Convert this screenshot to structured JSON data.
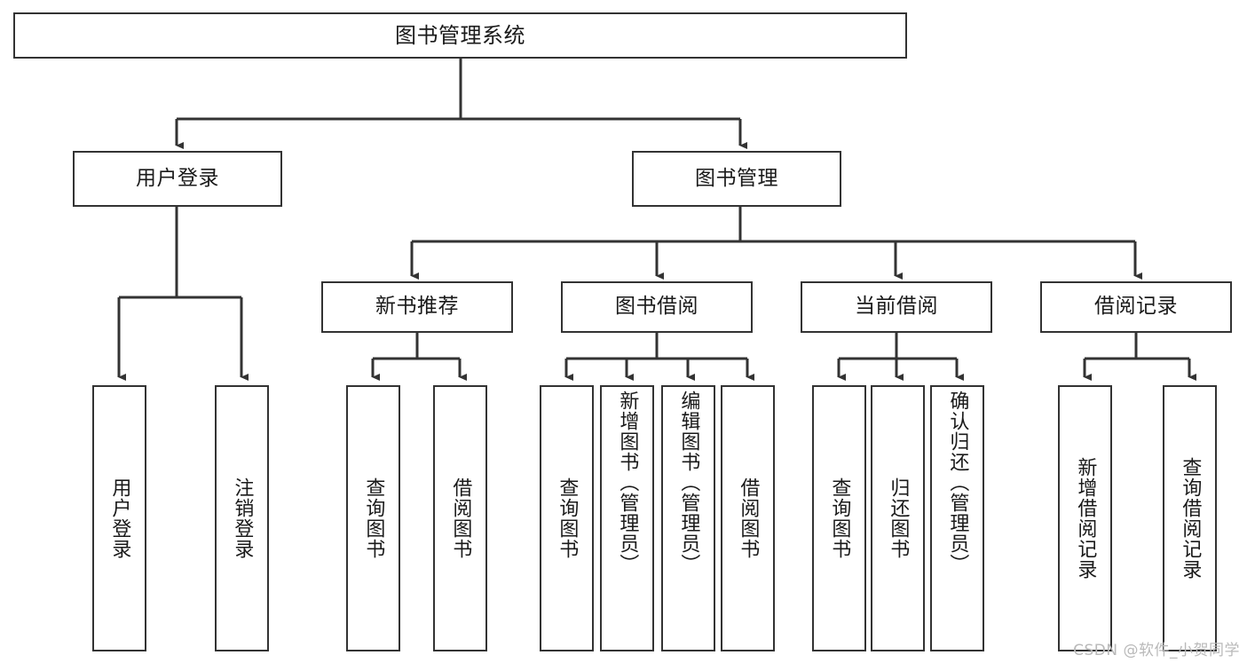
{
  "diagram": {
    "title": "图书管理系统",
    "type": "tree-hierarchy",
    "watermark": "CSDN @软件_小贺同学",
    "colors": {
      "box_border": "#333333",
      "box_fill": "#ffffff",
      "edge": "#333333",
      "text": "#1a1a1a",
      "watermark": "#b9b9b9",
      "background": "#ffffff"
    },
    "nodes": {
      "root": {
        "label": "图书管理系统"
      },
      "level2": [
        {
          "id": "user-login",
          "label": "用户登录"
        },
        {
          "id": "book-manage",
          "label": "图书管理"
        }
      ],
      "level3": [
        {
          "id": "new-book-rec",
          "label": "新书推荐"
        },
        {
          "id": "book-borrow",
          "label": "图书借阅"
        },
        {
          "id": "current-borrow",
          "label": "当前借阅"
        },
        {
          "id": "borrow-record",
          "label": "借阅记录"
        }
      ],
      "leaves": [
        {
          "id": "leaf-user-login",
          "label": "用户登录",
          "parent": "user-login"
        },
        {
          "id": "leaf-user-logout",
          "label": "注销登录",
          "parent": "user-login"
        },
        {
          "id": "leaf-query-book-1",
          "label": "查询图书",
          "parent": "new-book-rec"
        },
        {
          "id": "leaf-borrow-book-1",
          "label": "借阅图书",
          "parent": "new-book-rec"
        },
        {
          "id": "leaf-query-book-2",
          "label": "查询图书",
          "parent": "book-borrow"
        },
        {
          "id": "leaf-add-book",
          "label": "新增图书（管理员）",
          "parent": "book-borrow"
        },
        {
          "id": "leaf-edit-book",
          "label": "编辑图书（管理员）",
          "parent": "book-borrow"
        },
        {
          "id": "leaf-borrow-book-2",
          "label": "借阅图书",
          "parent": "book-borrow"
        },
        {
          "id": "leaf-query-book-3",
          "label": "查询图书",
          "parent": "current-borrow"
        },
        {
          "id": "leaf-return-book",
          "label": "归还图书",
          "parent": "current-borrow"
        },
        {
          "id": "leaf-confirm-return",
          "label": "确认归还（管理员）",
          "parent": "current-borrow"
        },
        {
          "id": "leaf-add-record",
          "label": "新增借阅记录",
          "parent": "borrow-record"
        },
        {
          "id": "leaf-query-record",
          "label": "查询借阅记录",
          "parent": "borrow-record"
        }
      ]
    }
  }
}
